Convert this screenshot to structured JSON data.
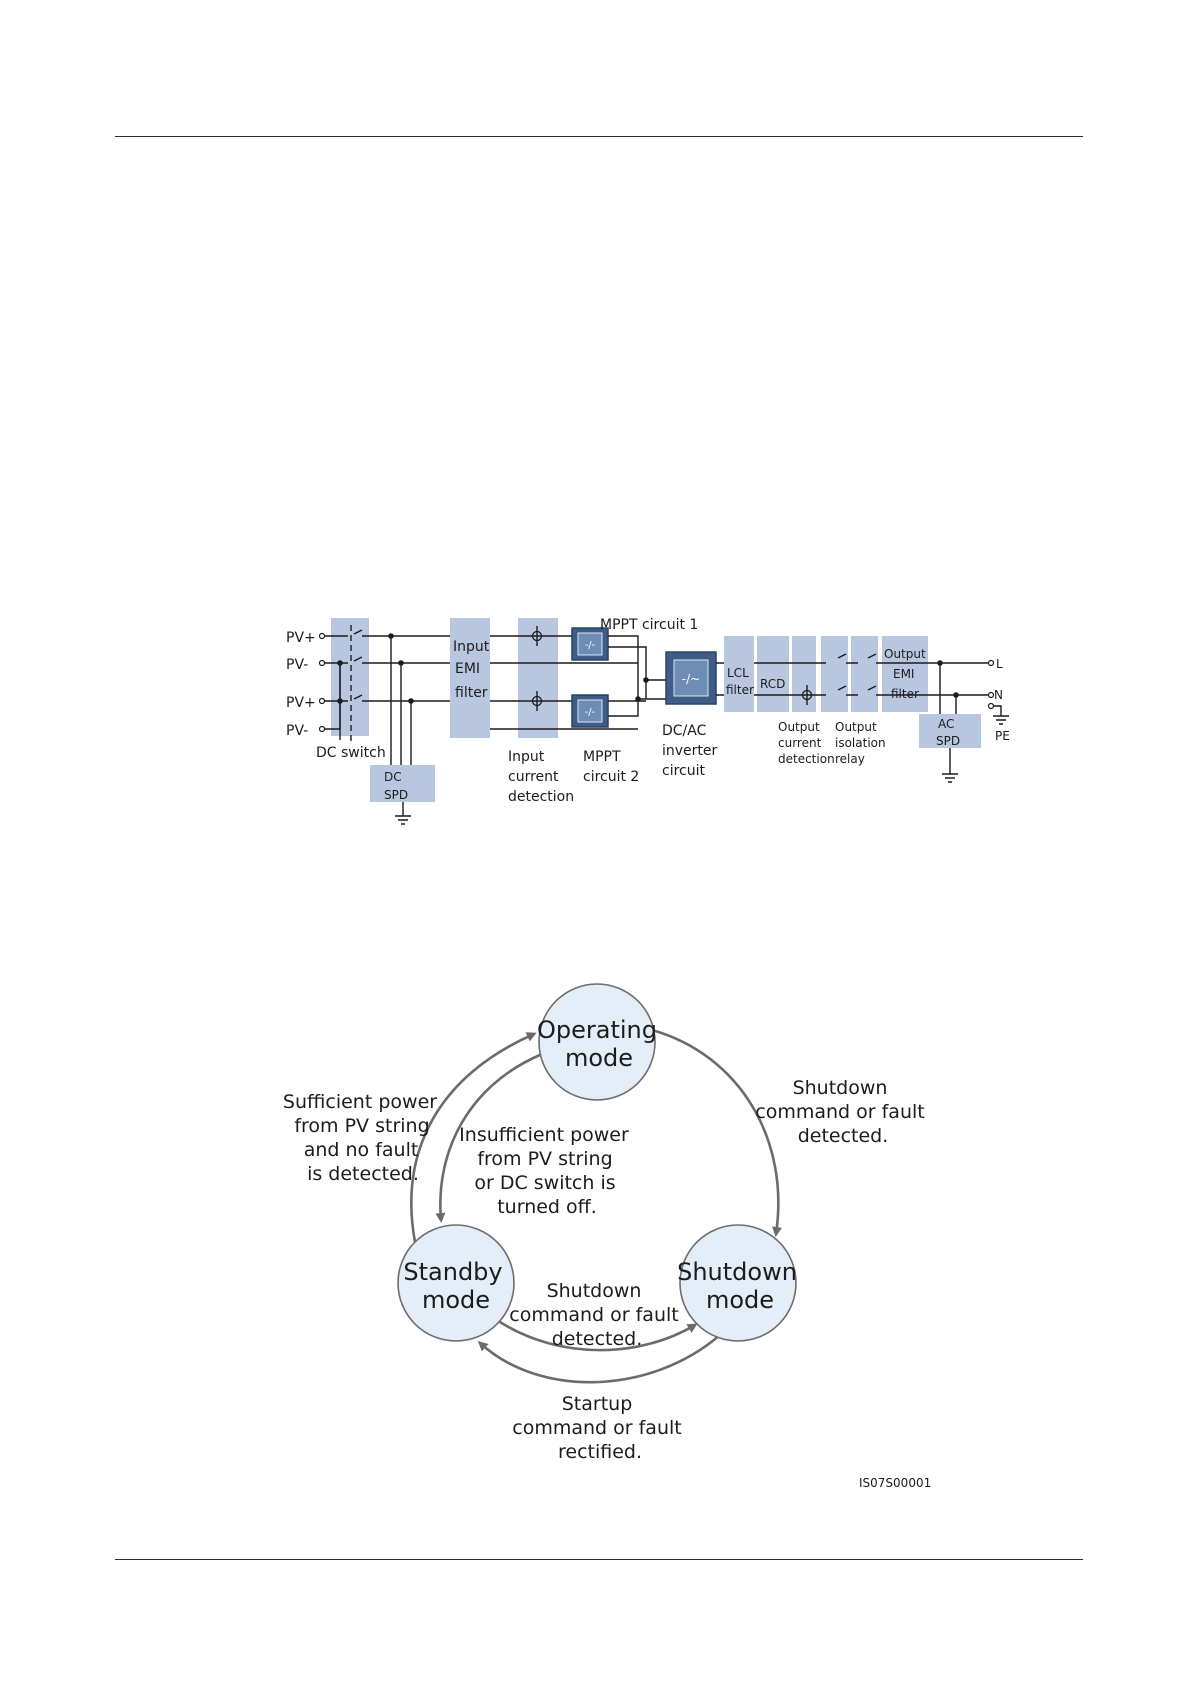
{
  "circuit": {
    "pv_labels": [
      "PV+",
      "PV-",
      "PV+",
      "PV-"
    ],
    "dc_switch": "DC switch",
    "dc_spd": [
      "DC",
      "SPD"
    ],
    "input_emi": [
      "Input",
      "EMI",
      "filter"
    ],
    "input_detection": [
      "Input",
      "current",
      "detection"
    ],
    "mppt1": "MPPT circuit 1",
    "mppt2": [
      "MPPT",
      "circuit 2"
    ],
    "dcac": [
      "DC/AC",
      "inverter",
      "circuit"
    ],
    "lcl": [
      "LCL",
      "filter"
    ],
    "rcd": "RCD",
    "output_detection": [
      "Output",
      "current",
      "detection"
    ],
    "output_relay": [
      "Output",
      "isolation",
      "relay"
    ],
    "output_emi": [
      "Output",
      "EMI",
      "filter"
    ],
    "ac_spd": [
      "AC",
      "SPD"
    ],
    "out_l": "L",
    "out_n": "N",
    "out_pe": "PE"
  },
  "states": {
    "operating": [
      "Operating",
      "mode"
    ],
    "standby": [
      "Standby",
      "mode"
    ],
    "shutdown": [
      "Shutdown",
      "mode"
    ],
    "t_standby_to_operating": [
      "Sufficient power",
      "from PV string",
      "and no fault",
      "is detected."
    ],
    "t_operating_to_standby": [
      "Insufficient power",
      "from PV string",
      "or DC switch is",
      "turned off."
    ],
    "t_operating_to_shutdown": [
      "Shutdown",
      "command or fault",
      "detected."
    ],
    "t_standby_to_shutdown": [
      "Shutdown",
      "command or fault",
      "detected."
    ],
    "t_shutdown_to_standby": [
      "Startup",
      "command or fault",
      "rectified."
    ],
    "figure_id": "IS07S00001"
  }
}
